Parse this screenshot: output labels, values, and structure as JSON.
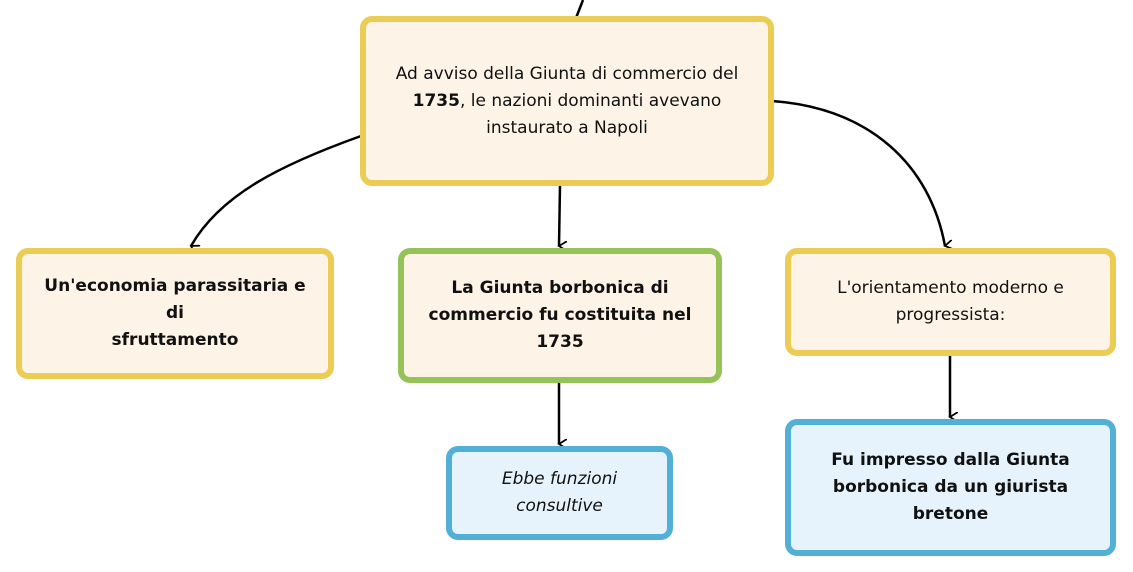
{
  "nodes": {
    "root": {
      "line1": "Ad avviso della Giunta di commercio del",
      "line2_bold": "1735",
      "line2_rest": ", le nazioni dominanti avevano",
      "line3": "instaurato a Napoli"
    },
    "left": {
      "line1": "Un'economia parassitaria e di",
      "line2": "sfruttamento"
    },
    "center": {
      "line1": "La Giunta borbonica di",
      "line2": "commercio fu costituita nel 1735"
    },
    "right": {
      "line1": "L'orientamento moderno e",
      "line2": "progressista:"
    },
    "center_child": {
      "line1": "Ebbe funzioni",
      "line2": "consultive"
    },
    "right_child": {
      "line1": "Fu impresso dalla Giunta",
      "line2": "borbonica da un giurista bretone"
    }
  },
  "colors": {
    "yellow_border": "#ebcc55",
    "green_border": "#96c25a",
    "blue_border": "#52b0d6",
    "warm_fill": "#fdf3e6",
    "cool_fill": "#e6f3fd",
    "edge": "#000000"
  }
}
